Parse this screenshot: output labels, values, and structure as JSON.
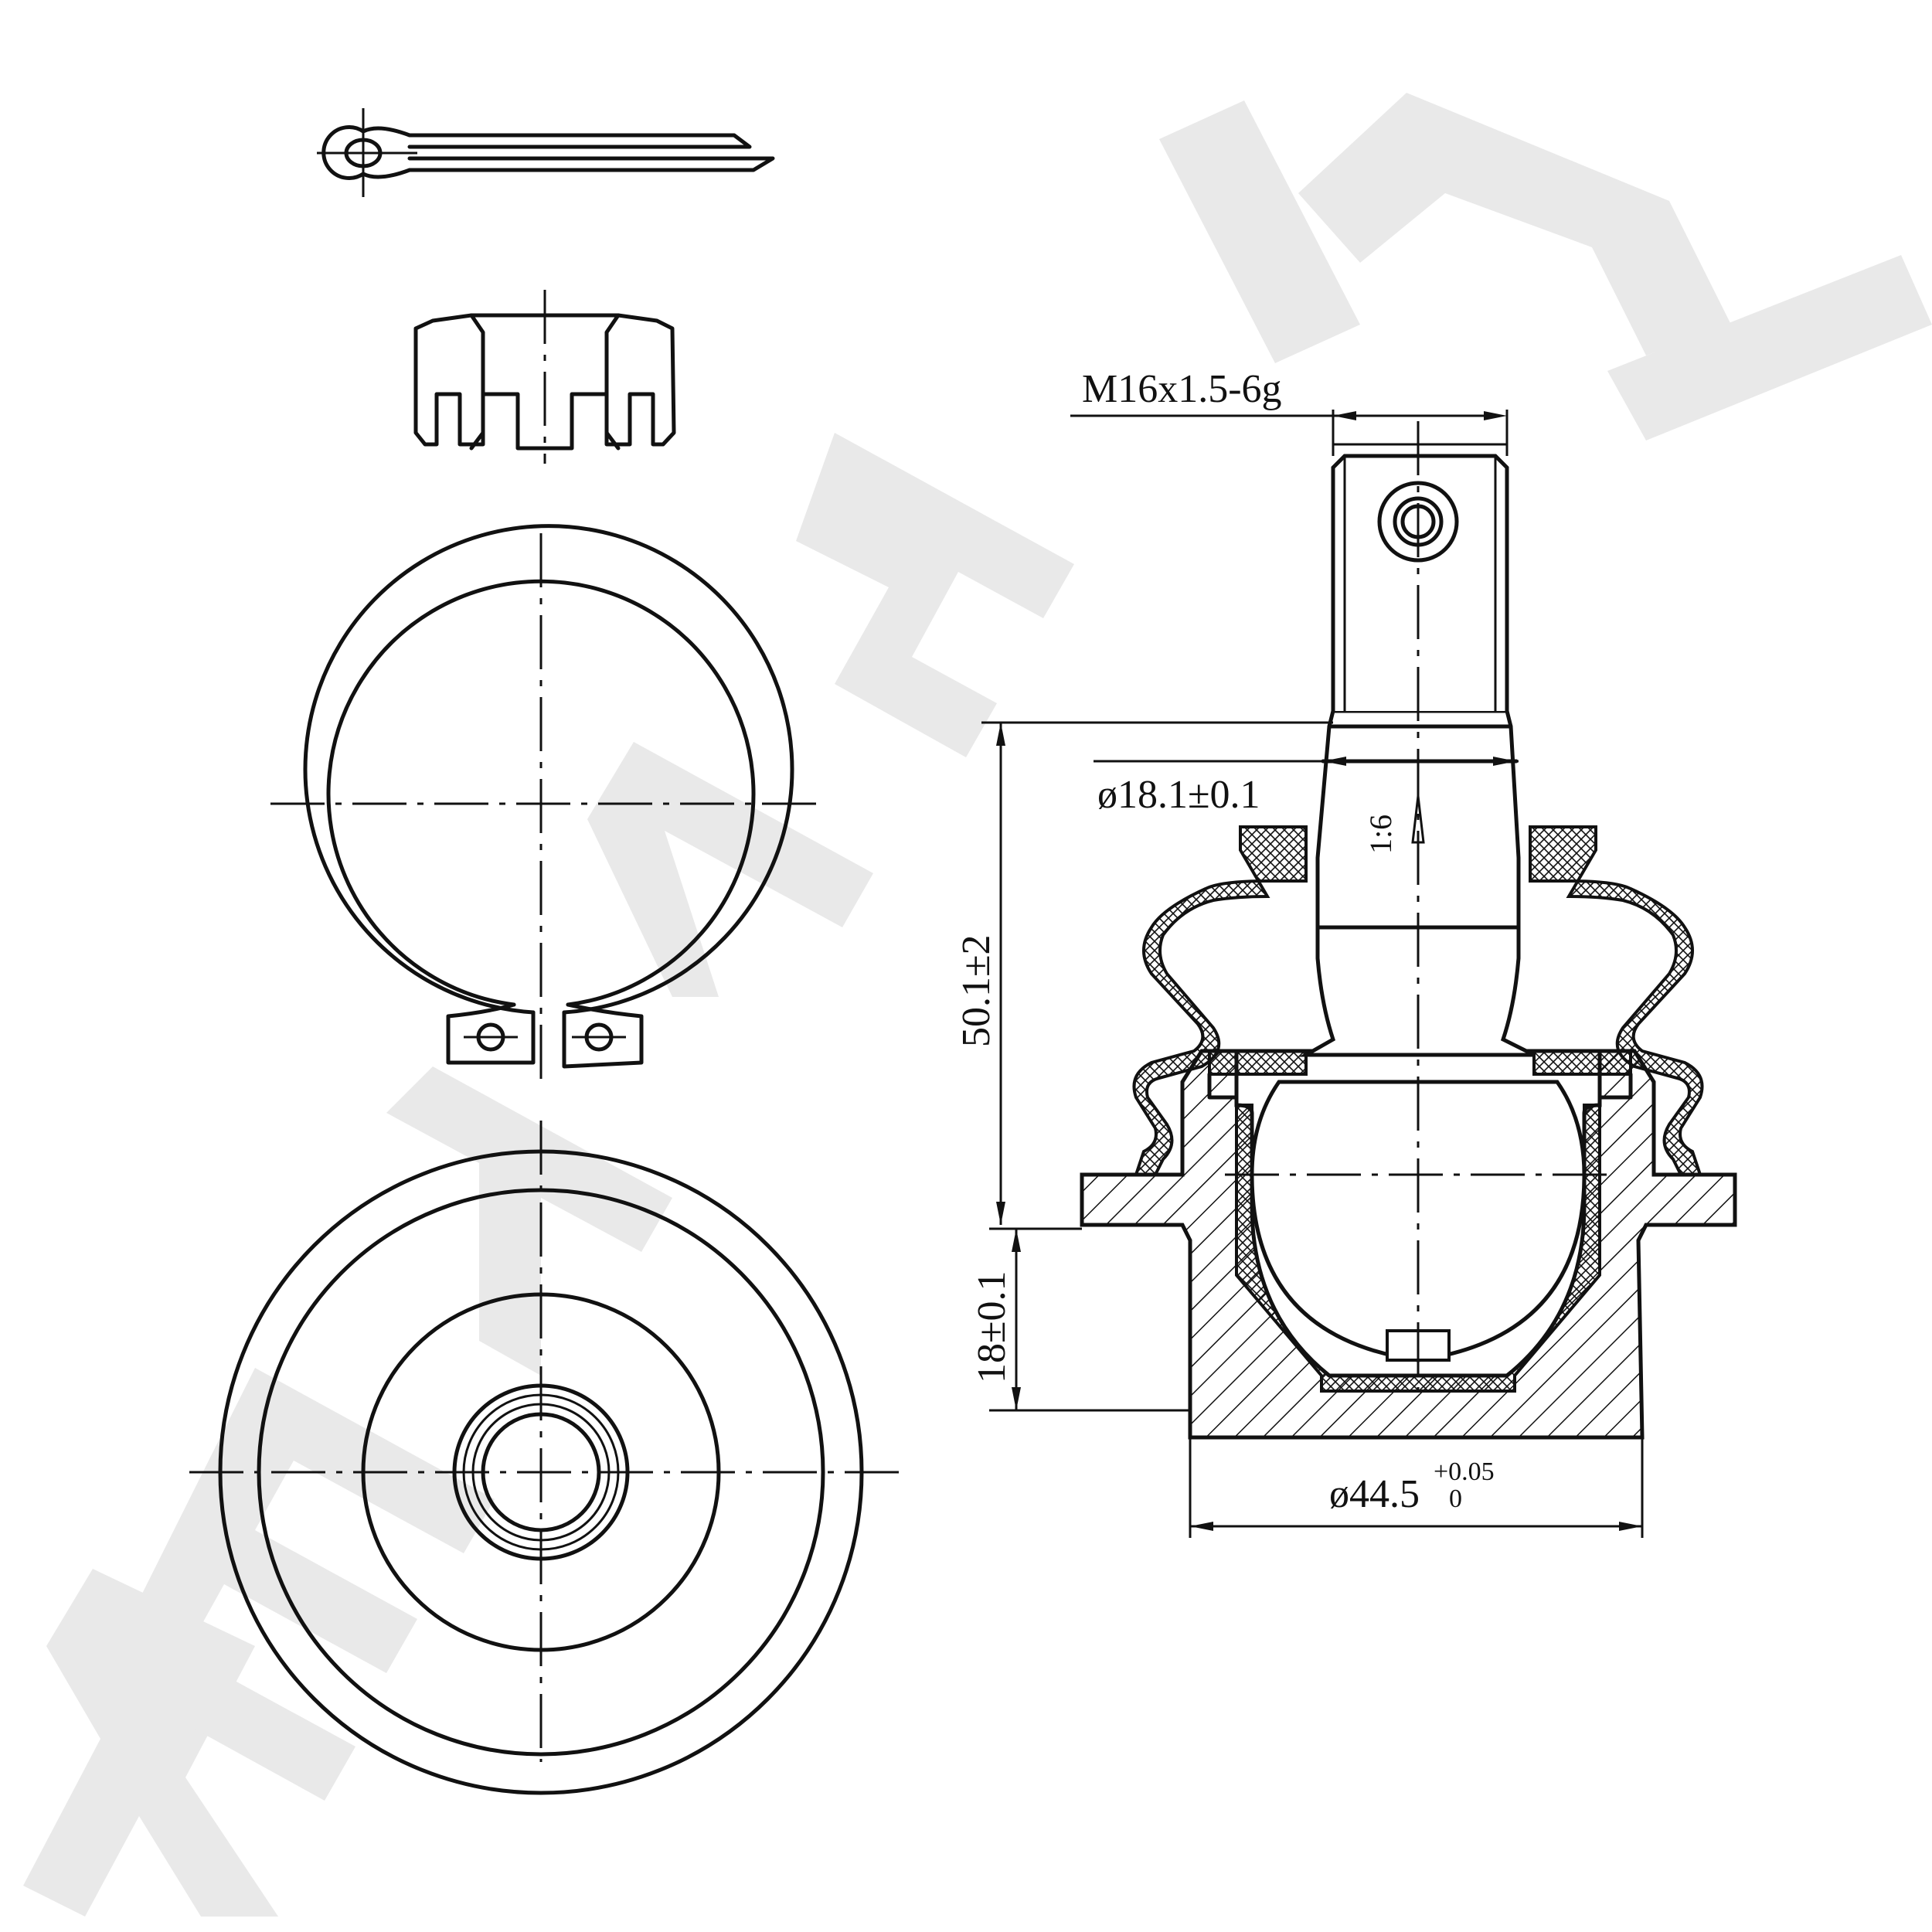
{
  "watermark": "XENINGK",
  "labels": {
    "thread_spec": "M16x1.5-6g",
    "shank_diameter": "ø18.1±0.1",
    "taper_ratio": "1:6",
    "total_height": "50.1±2",
    "flange_height": "18±0.1",
    "housing_diameter_main": "ø44.5",
    "housing_tol_upper": "+0.05",
    "housing_tol_lower": "0"
  },
  "parts": [
    "cotter-pin",
    "castle-nut",
    "retaining-ring",
    "ball-joint-bottom-view",
    "ball-joint-section"
  ]
}
